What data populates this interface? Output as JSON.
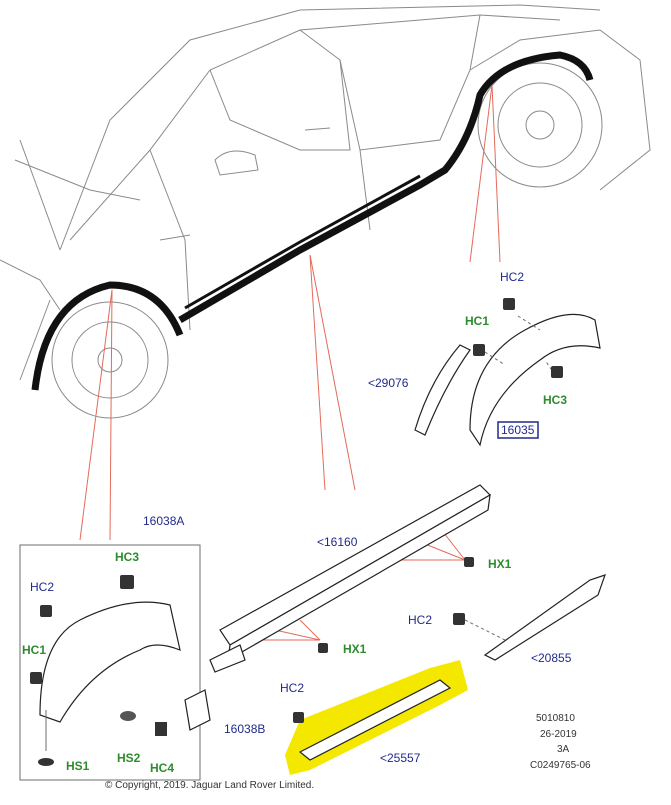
{
  "labels": {
    "hc2_top": "HC2",
    "hc1_top": "HC1",
    "hc3_top": "HC3",
    "p29076": "<29076",
    "p16035": "16035",
    "p16038A": "16038A",
    "hc3_left": "HC3",
    "hc2_left": "HC2",
    "hc1_left": "HC1",
    "hs1": "HS1",
    "hs2": "HS2",
    "hc4": "HC4",
    "p16038B": "16038B",
    "p16160": "<16160",
    "hx1_right": "HX1",
    "hx1_left": "HX1",
    "hc2_mid": "HC2",
    "p20855": "<20855",
    "hc2_bottom": "HC2",
    "p25557": "<25557"
  },
  "meta": {
    "line1": "5010810",
    "line2": "26-2019",
    "line3": "3A",
    "line4": "C0249765-06",
    "copyright": "© Copyright, 2019. Jaguar Land Rover Limited."
  },
  "colors": {
    "highlight": "#f5e800",
    "leader": "#e36a5a",
    "code_green": "#2e8b2e",
    "part_blue": "#1f2a8c"
  }
}
